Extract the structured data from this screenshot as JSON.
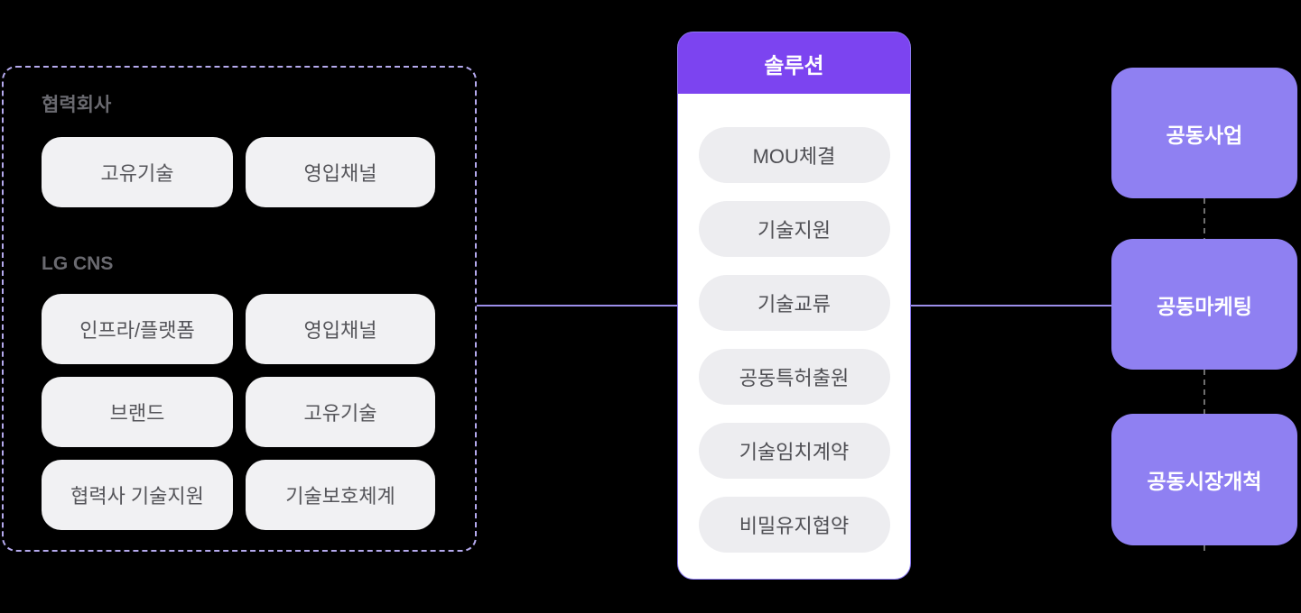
{
  "colors": {
    "background": "#000000",
    "accent_purple": "#7C44F0",
    "outcome_purple": "#8F80F2",
    "dashed_border": "#B5AAEE",
    "connector_line": "#9C8EEA",
    "pill_gray_left": "#F1F1F3",
    "pill_gray_card": "#EDEDF0",
    "card_white": "#FFFFFF",
    "label_gray": "#6A6A70"
  },
  "left_panel": {
    "sections": [
      {
        "label": "협력회사",
        "pills": [
          "고유기술",
          "영입채널"
        ]
      },
      {
        "label": "LG CNS",
        "pills": [
          "인프라/플랫폼",
          "영입채널",
          "브랜드",
          "고유기술",
          "협력사 기술지원",
          "기술보호체계"
        ]
      }
    ]
  },
  "solution_card": {
    "title": "솔루션",
    "items": [
      "MOU체결",
      "기술지원",
      "기술교류",
      "공동특허출원",
      "기술임치계약",
      "비밀유지협약"
    ]
  },
  "outcomes": [
    "공동사업",
    "공동마케팅",
    "공동시장개척"
  ]
}
